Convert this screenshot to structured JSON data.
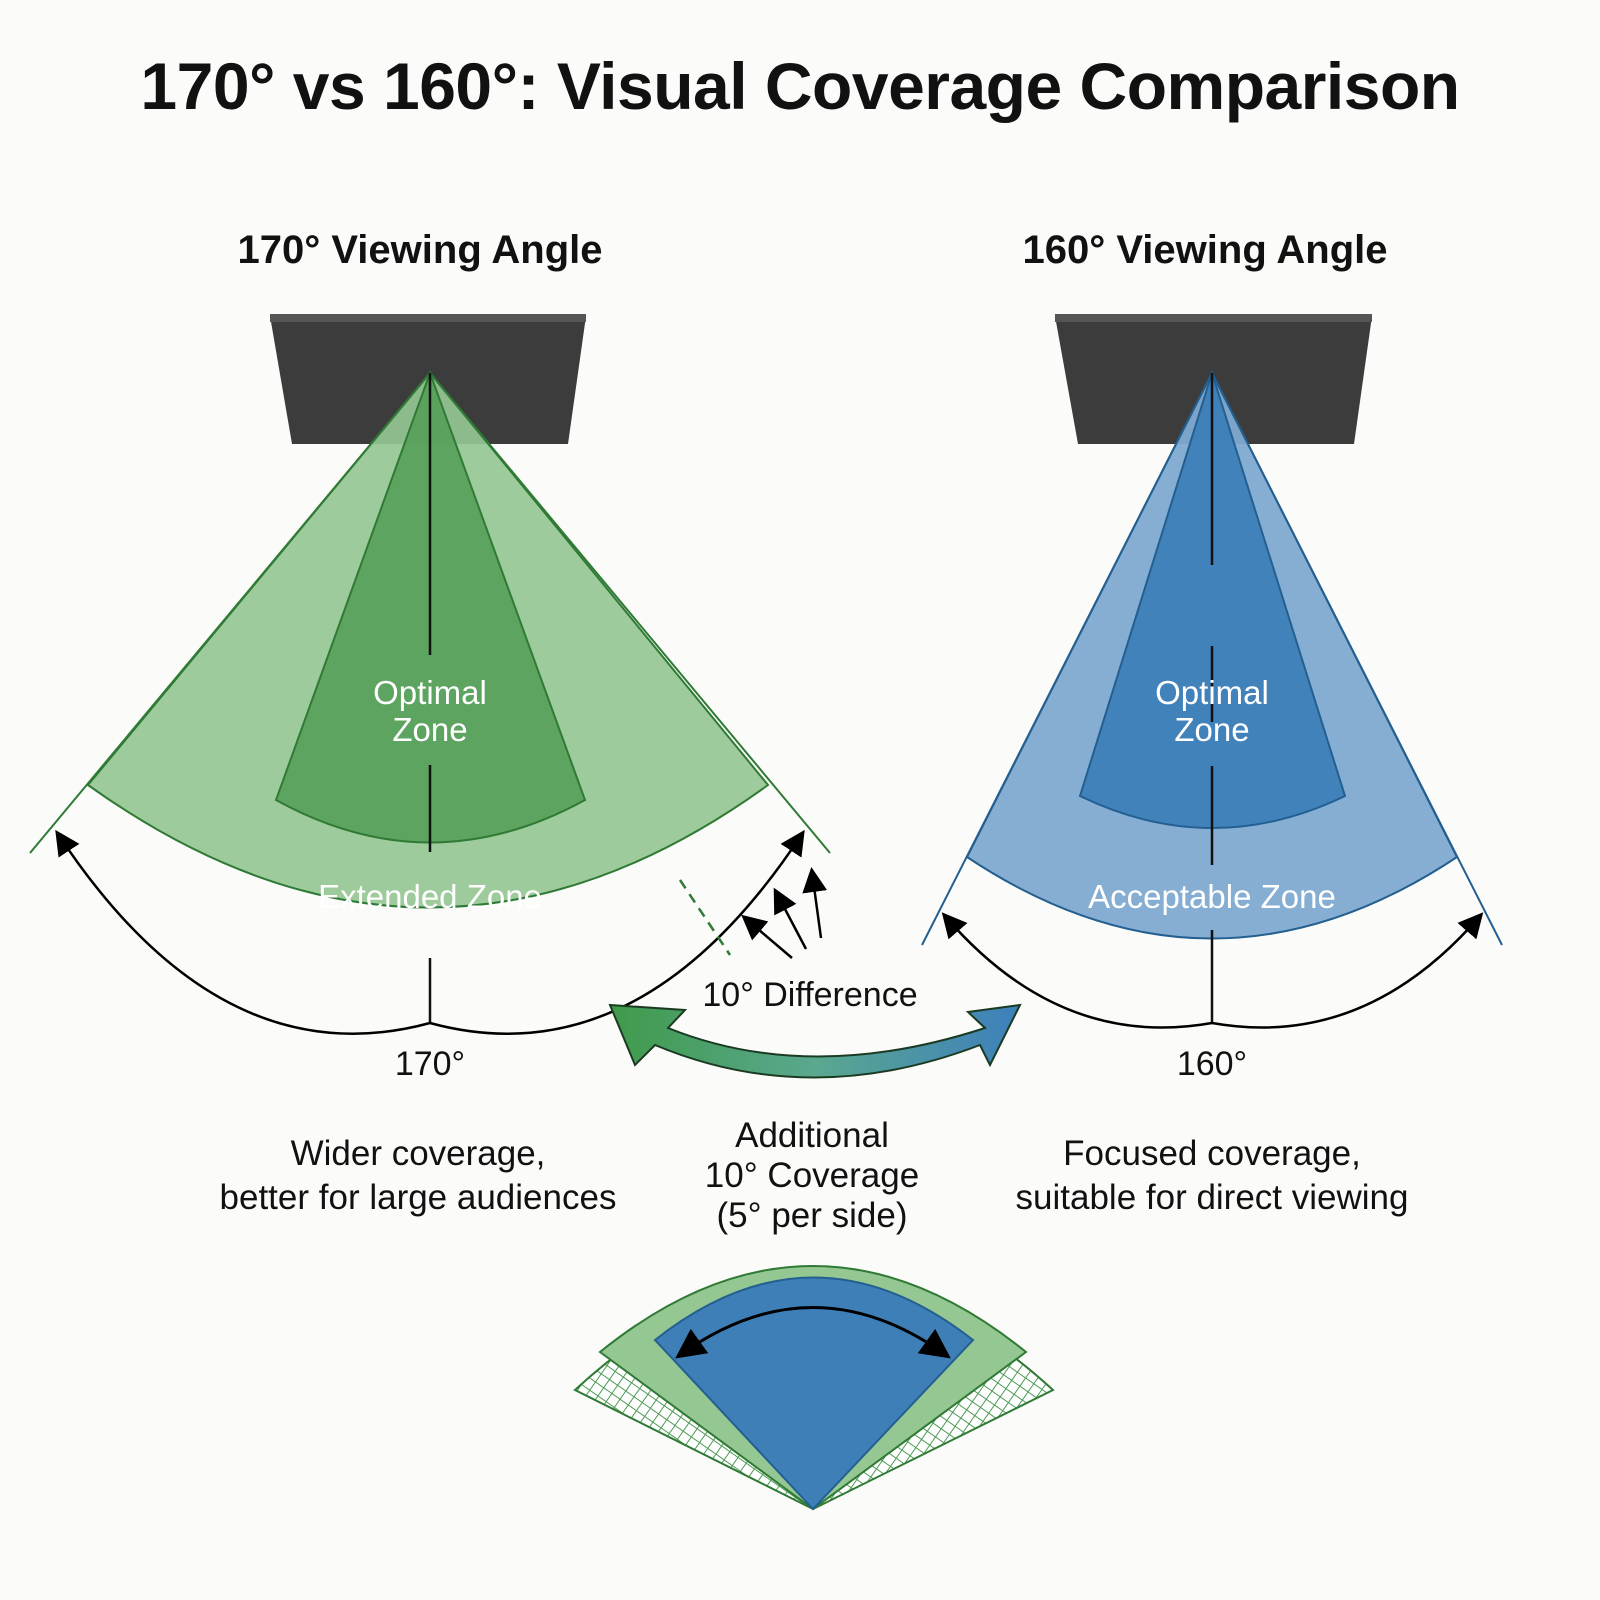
{
  "title": "170° vs 160°: Visual Coverage Comparison",
  "left_panel": {
    "heading": "170° Viewing Angle",
    "inner_zone_label_line1": "Optimal",
    "inner_zone_label_line2": "Zone",
    "outer_zone_label": "Extended Zone",
    "angle_label": "170°",
    "description_line1": "Wider coverage,",
    "description_line2": "better for large audiences",
    "color_outer": "#95c792",
    "color_inner": "#56a05a",
    "color_stroke": "#2f7a35"
  },
  "right_panel": {
    "heading": "160° Viewing Angle",
    "inner_zone_label_line1": "Optimal",
    "inner_zone_label_line2": "Zone",
    "outer_zone_label": "Acceptable Zone",
    "angle_label": "160°",
    "description_line1": "Focused coverage,",
    "description_line2": "suitable for direct viewing",
    "color_outer": "#7faad0",
    "color_inner": "#3e7fb8",
    "color_stroke": "#235f90"
  },
  "center": {
    "difference_label": "10° Difference",
    "additional_line1": "Additional",
    "additional_line2": "10° Coverage",
    "additional_line3": "(5° per side)"
  },
  "icons": {
    "display_panel": "led-screen",
    "difference_arrow": "double-curved-arrow",
    "angle_arc": "double-headed-arc-arrow"
  }
}
